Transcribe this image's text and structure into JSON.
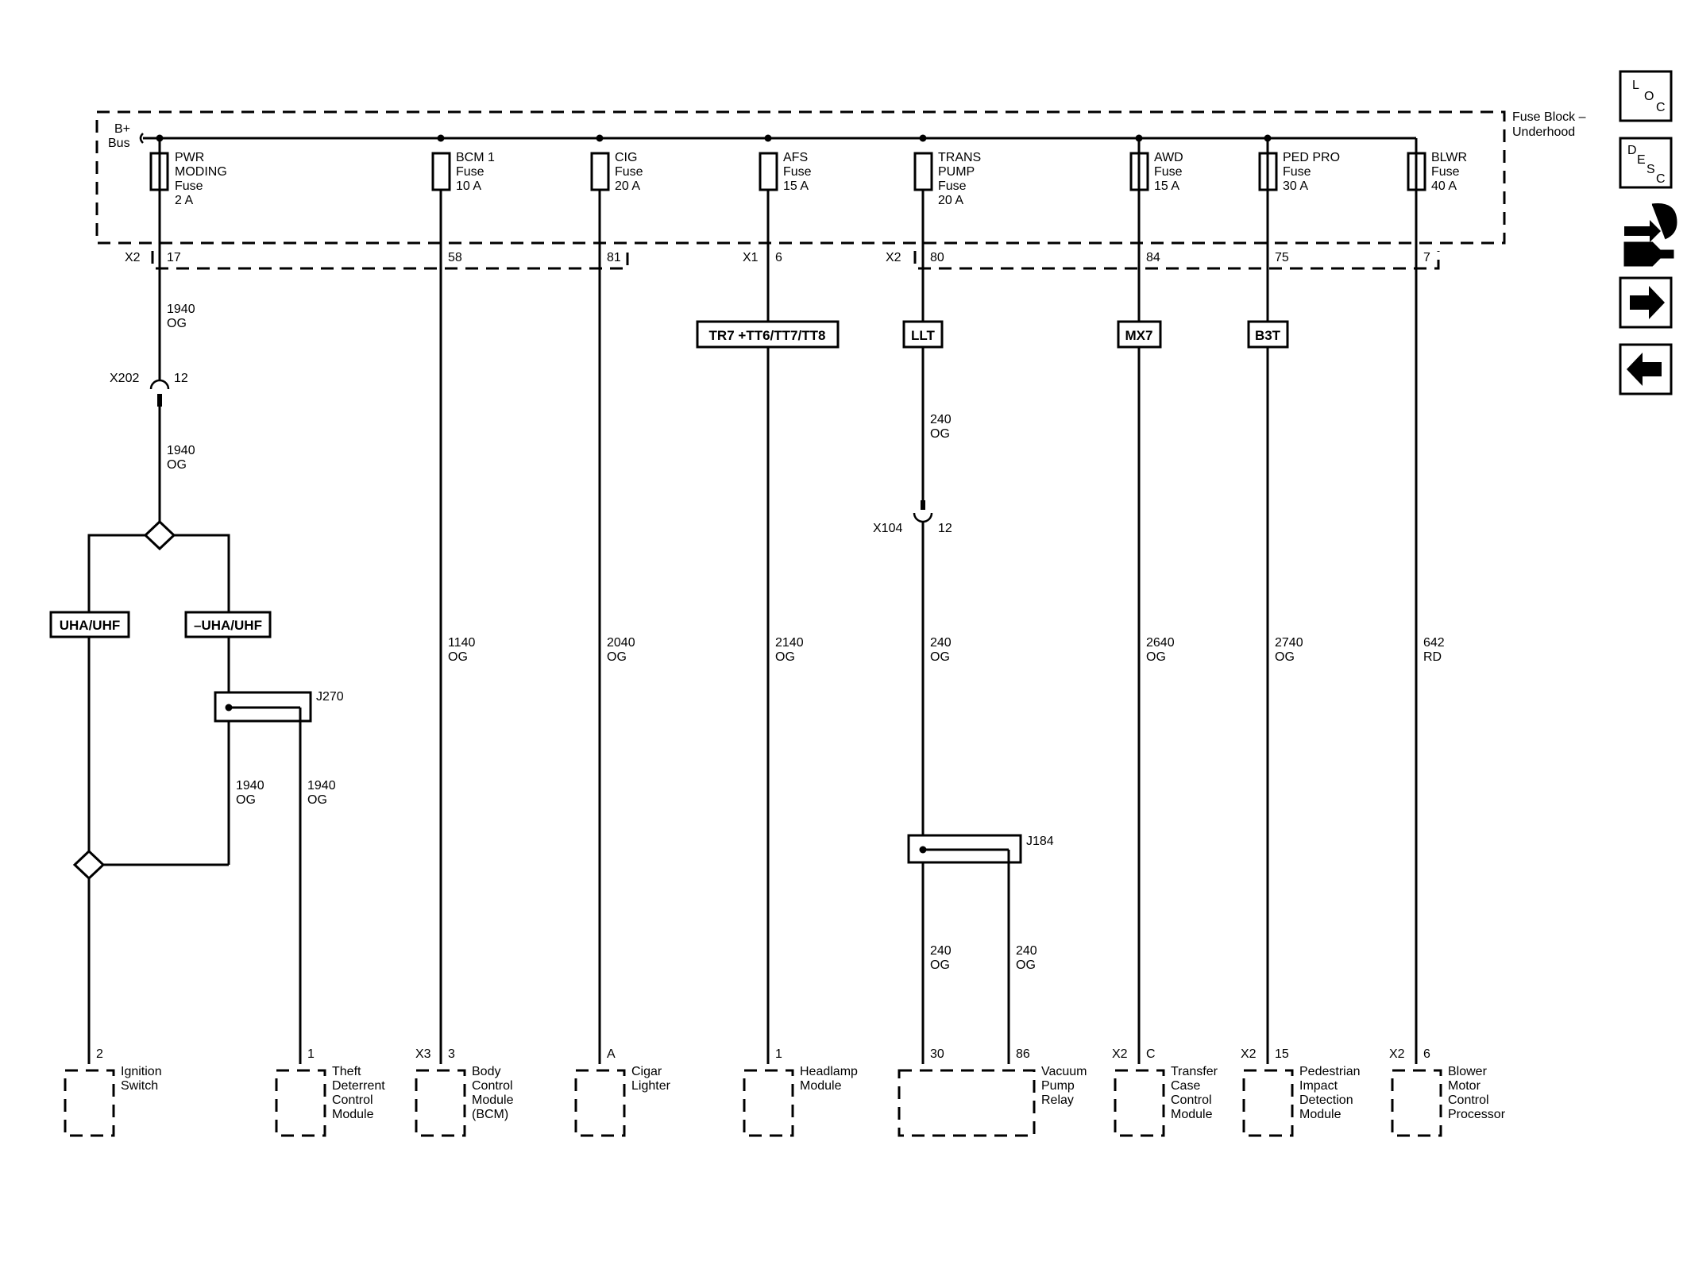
{
  "fuse_block": {
    "label_line1": "Fuse Block –",
    "label_line2": "Underhood"
  },
  "bus": {
    "label_line1": "B+",
    "label_line2": "Bus"
  },
  "fuses": [
    {
      "lines": [
        "PWR",
        "MODING",
        "Fuse",
        "2 A"
      ]
    },
    {
      "lines": [
        "BCM 1",
        "Fuse",
        "10 A"
      ]
    },
    {
      "lines": [
        "CIG",
        "Fuse",
        "20 A"
      ]
    },
    {
      "lines": [
        "AFS",
        "Fuse",
        "15 A"
      ]
    },
    {
      "lines": [
        "TRANS",
        "PUMP",
        "Fuse",
        "20 A"
      ]
    },
    {
      "lines": [
        "AWD",
        "Fuse",
        "15 A"
      ]
    },
    {
      "lines": [
        "PED PRO",
        "Fuse",
        "30 A"
      ]
    },
    {
      "lines": [
        "BLWR",
        "Fuse",
        "40 A"
      ]
    }
  ],
  "connectors_top": {
    "c0_conn": "X2",
    "c0_pin": "17",
    "c1_pin": "58",
    "c2_pin": "81",
    "c3_conn": "X1",
    "c3_pin": "6",
    "c4_conn": "X2",
    "c4_pin": "80",
    "c5_pin": "84",
    "c6_pin": "75",
    "c7_pin": "7"
  },
  "wires": {
    "pwr_a": [
      "1940",
      "OG"
    ],
    "pwr_b": [
      "1940",
      "OG"
    ],
    "pwr_left": [
      "1940",
      "OG"
    ],
    "pwr_right": [
      "1940",
      "OG"
    ],
    "bcm": [
      "1140",
      "OG"
    ],
    "cig": [
      "2040",
      "OG"
    ],
    "afs": [
      "2140",
      "OG"
    ],
    "trans_a": [
      "240",
      "OG"
    ],
    "trans_b": [
      "240",
      "OG"
    ],
    "trans_c": [
      "240",
      "OG"
    ],
    "trans_d": [
      "240",
      "OG"
    ],
    "awd": [
      "2640",
      "OG"
    ],
    "ped": [
      "2740",
      "OG"
    ],
    "blwr": [
      "642",
      "RD"
    ]
  },
  "inline_connectors": {
    "x202": {
      "name": "X202",
      "pin": "12"
    },
    "x104": {
      "name": "X104",
      "pin": "12"
    }
  },
  "splices": {
    "j270": "J270",
    "j184": "J184"
  },
  "options": {
    "uha": "UHA/UHF",
    "no_uha": "–UHA/UHF",
    "afs": "TR7 +TT6/TT7/TT8",
    "llt": "LLT",
    "mx7": "MX7",
    "b3t": "B3T"
  },
  "components": [
    {
      "conn": "",
      "pin": "2",
      "lines": [
        "Ignition",
        "Switch"
      ]
    },
    {
      "conn": "",
      "pin": "1",
      "lines": [
        "Theft",
        "Deterrent",
        "Control",
        "Module"
      ]
    },
    {
      "conn": "X3",
      "pin": "3",
      "lines": [
        "Body",
        "Control",
        "Module",
        "(BCM)"
      ]
    },
    {
      "conn": "",
      "pin": "A",
      "lines": [
        "Cigar",
        "Lighter"
      ]
    },
    {
      "conn": "",
      "pin": "1",
      "lines": [
        "Headlamp",
        "Module"
      ]
    },
    {
      "conn": "",
      "pin": "30",
      "pin2": "86",
      "lines": [
        "Vacuum",
        "Pump",
        "Relay"
      ]
    },
    {
      "conn": "X2",
      "pin": "C",
      "lines": [
        "Transfer",
        "Case",
        "Control",
        "Module"
      ]
    },
    {
      "conn": "X2",
      "pin": "15",
      "lines": [
        "Pedestrian",
        "Impact",
        "Detection",
        "Module"
      ]
    },
    {
      "conn": "X2",
      "pin": "6",
      "lines": [
        "Blower",
        "Motor",
        "Control",
        "Processor"
      ]
    }
  ],
  "nav": {
    "loc": {
      "l1": "L",
      "l2": "O",
      "l3": "C"
    },
    "desc": {
      "l1": "D",
      "l2": "E",
      "l3": "S",
      "l4": "C"
    }
  }
}
